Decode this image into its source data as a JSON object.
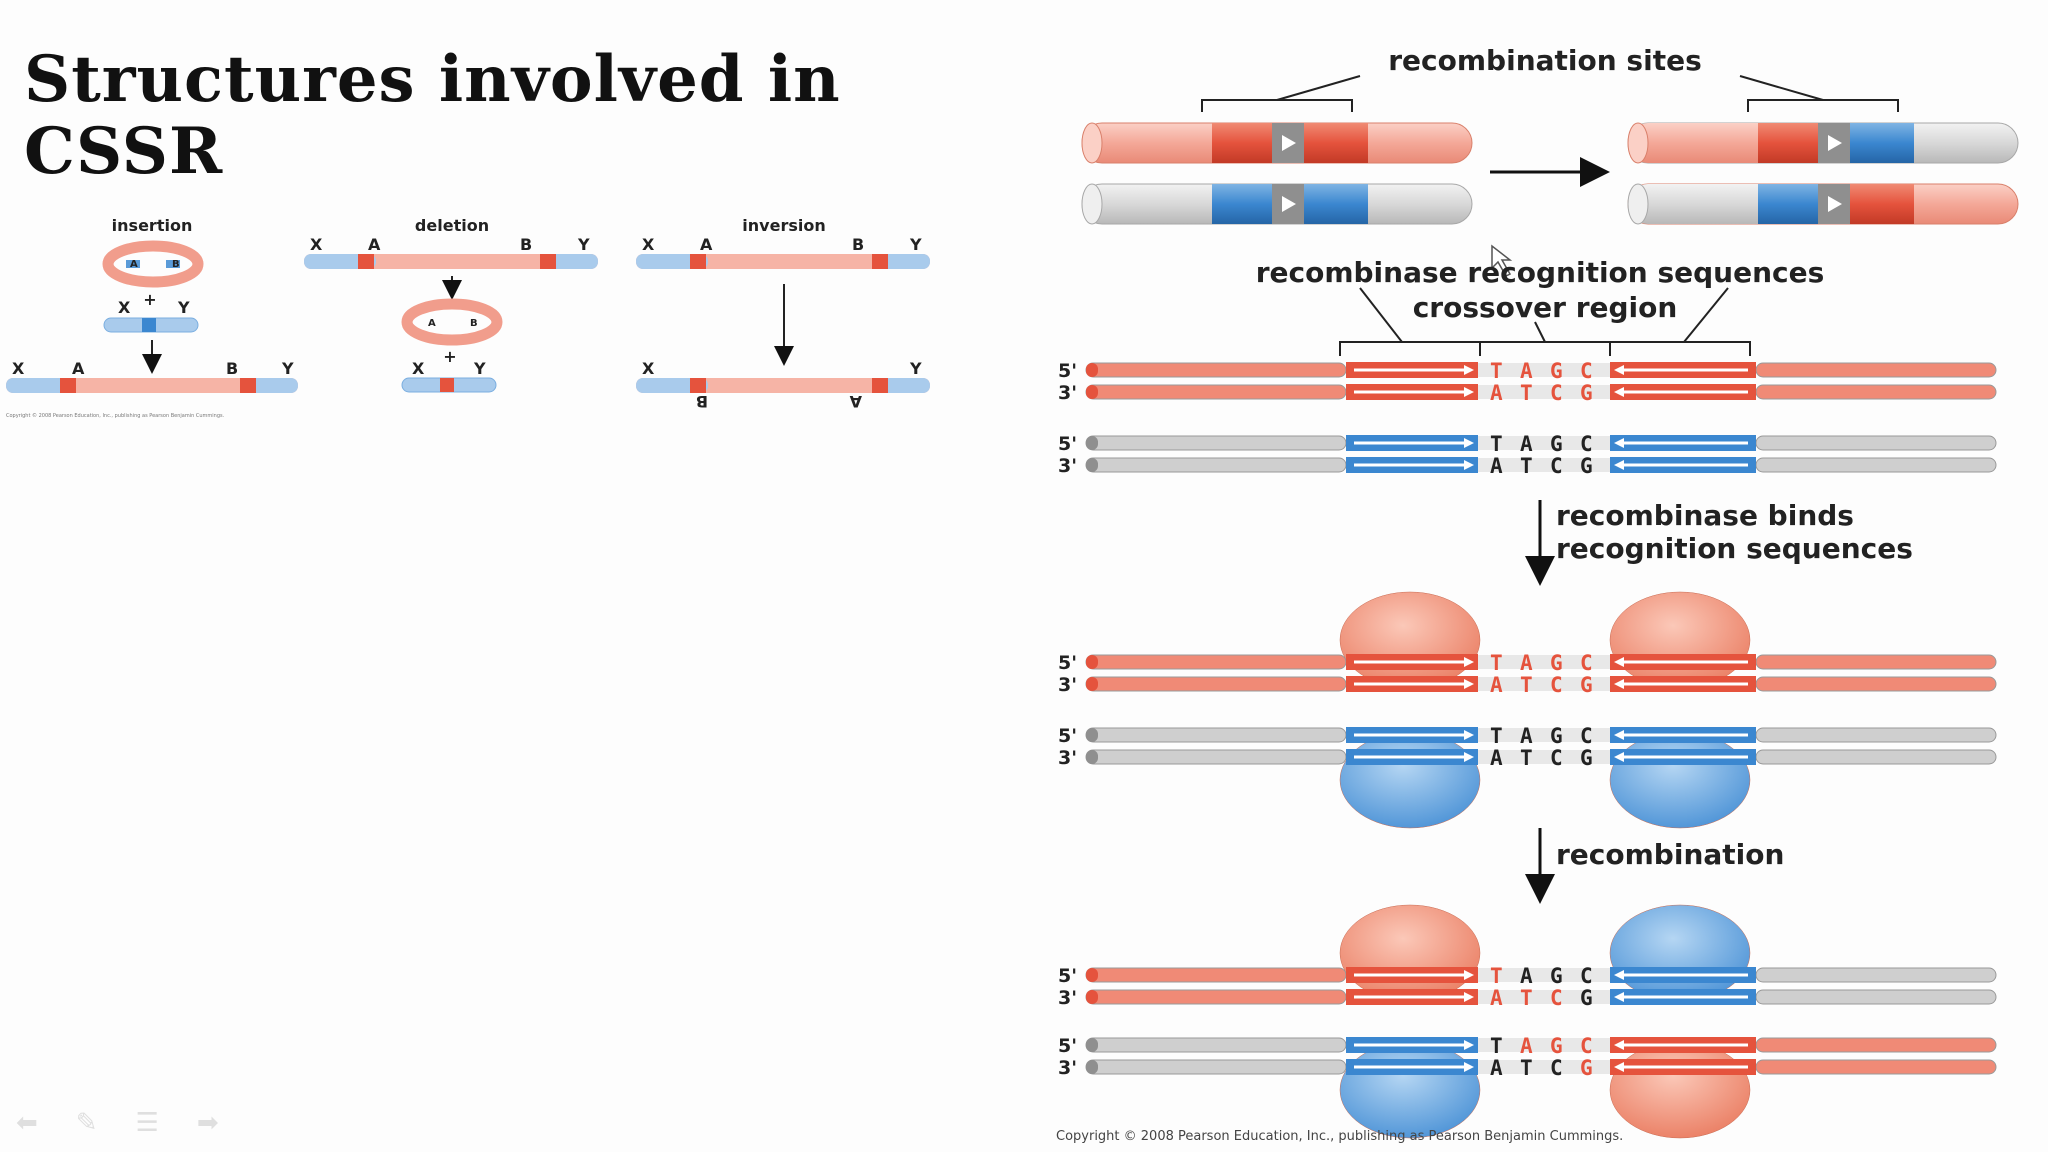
{
  "slide": {
    "title_line1": "Structures involved in",
    "title_line2": "CSSR"
  },
  "left_panel": {
    "insertion": {
      "label": "insertion",
      "x": "X",
      "y": "Y",
      "a": "A",
      "b": "B",
      "plus": "+"
    },
    "deletion": {
      "label": "deletion",
      "x": "X",
      "y": "Y",
      "a": "A",
      "b": "B",
      "plus": "+"
    },
    "inversion": {
      "label": "inversion",
      "x": "X",
      "y": "Y",
      "a": "A",
      "b": "B"
    },
    "copyright": "Copyright © 2008 Pearson Education, Inc., publishing as Pearson Benjamin Cummings."
  },
  "right_panel": {
    "recombination_sites": "recombination sites",
    "recognition_sequences": "recombinase recognition sequences",
    "crossover_region": "crossover region",
    "prime5": "5'",
    "prime3": "3'",
    "top_seq": [
      "T",
      "A",
      "G",
      "C"
    ],
    "bottom_seq": [
      "A",
      "T",
      "C",
      "G"
    ],
    "step1_line1": "recombinase binds",
    "step1_line2": "recognition sequences",
    "step2": "recombination",
    "copyright": "Copyright © 2008 Pearson Education, Inc., publishing as Pearson Benjamin Cummings."
  },
  "colors": {
    "red_light": "#f7b3a6",
    "red": "#e5533d",
    "blue": "#3b87d0",
    "blue_light": "#b8d4ee",
    "grey": "#d8d8d8",
    "dark_grey": "#8a8a8a"
  },
  "icons": [
    "back-icon",
    "pen-icon",
    "menu-icon",
    "forward-icon"
  ]
}
